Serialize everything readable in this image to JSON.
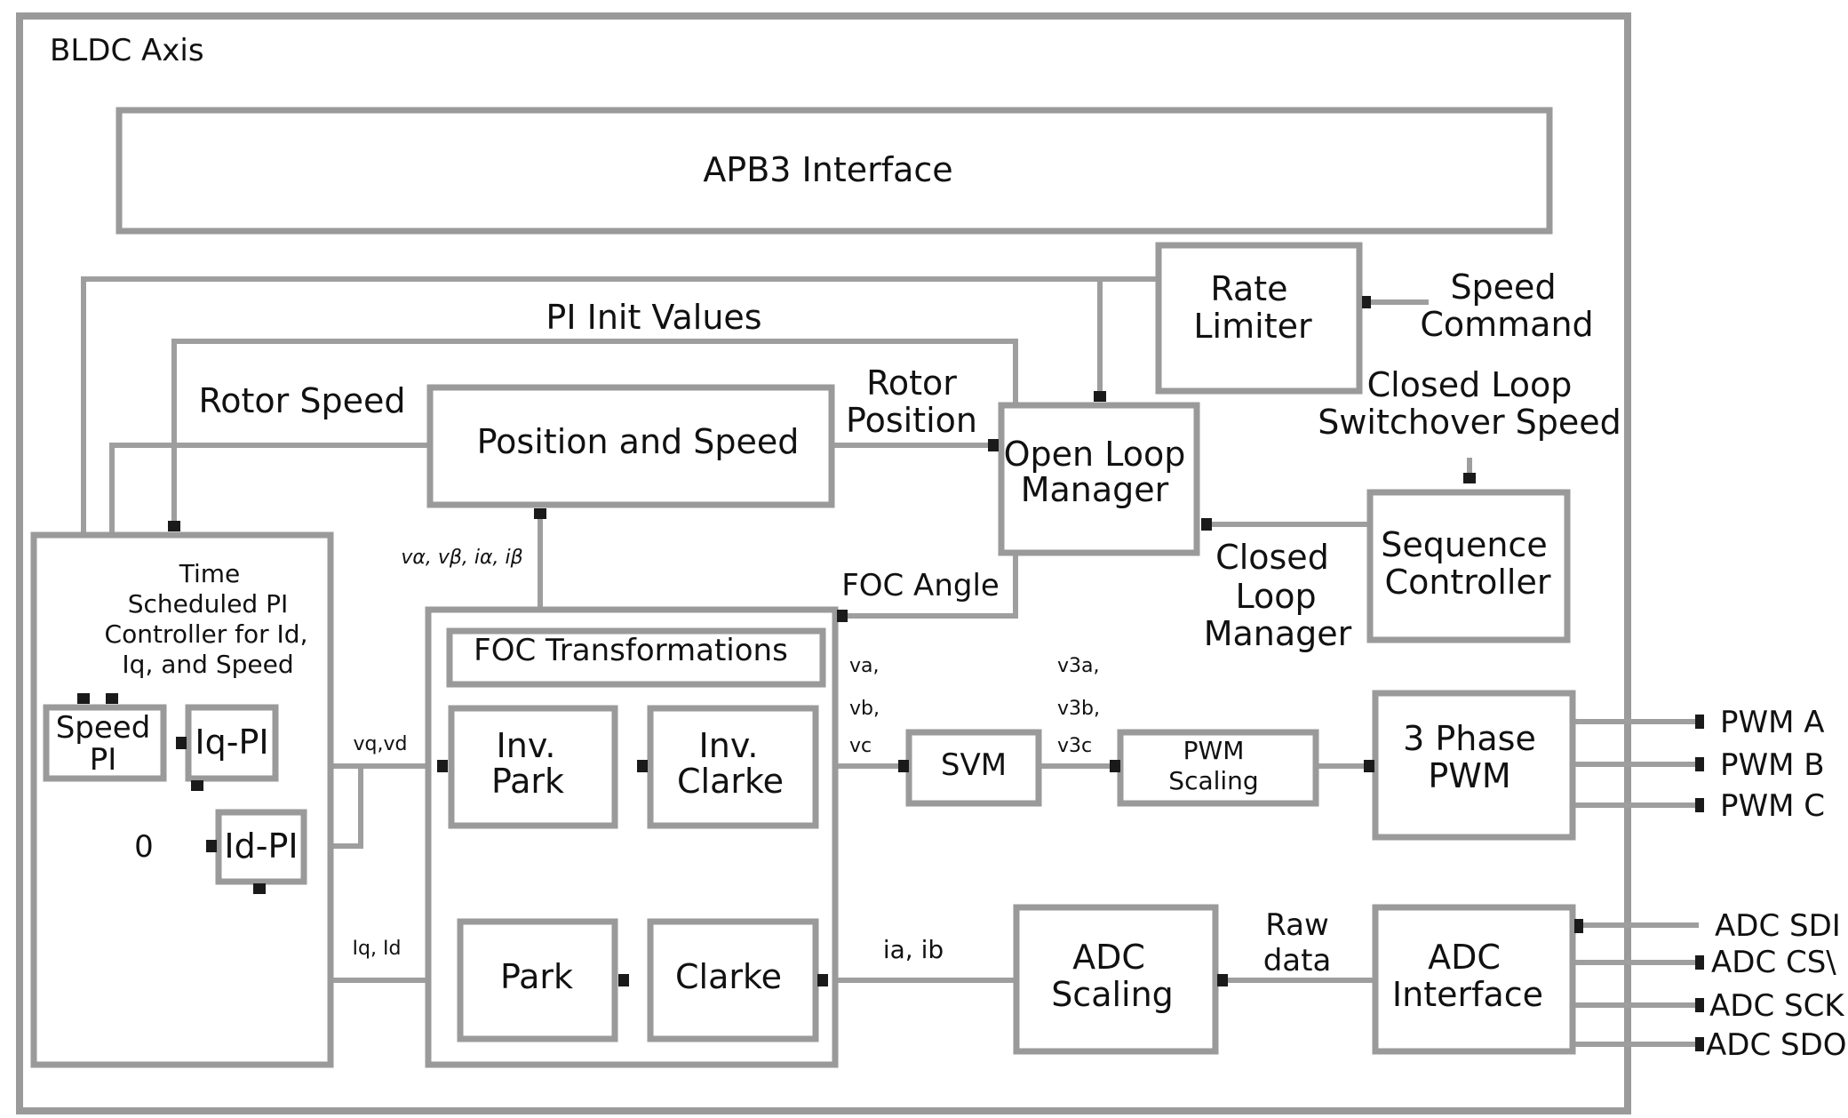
{
  "title": "BLDC Axis",
  "colors": {
    "line": "#9e9e9e",
    "arrow_head": "#1a1a1a",
    "text": "#111111",
    "background": "#ffffff"
  },
  "blocks": {
    "apb3": "APB3 Interface",
    "rate_limiter": [
      "Rate",
      "Limiter"
    ],
    "position_speed": "Position and Speed",
    "open_loop_manager": [
      "Open Loop",
      "Manager"
    ],
    "sequence_controller": [
      "Sequence",
      "Controller"
    ],
    "time_scheduled": [
      "Time",
      "Scheduled PI",
      "Controller for Id,",
      "Iq, and Speed"
    ],
    "speed_pi": [
      "Speed",
      "PI"
    ],
    "iq_pi": "Iq-PI",
    "id_pi": "Id-PI",
    "foc_transformations": "FOC Transformations",
    "inv_park": [
      "Inv.",
      "Park"
    ],
    "inv_clarke": [
      "Inv.",
      "Clarke"
    ],
    "park": "Park",
    "clarke": "Clarke",
    "svm": "SVM",
    "pwm_scaling": [
      "PWM",
      "Scaling"
    ],
    "three_phase_pwm": [
      "3 Phase",
      "PWM"
    ],
    "adc_scaling": [
      "ADC",
      "Scaling"
    ],
    "adc_interface": [
      "ADC",
      "Interface"
    ]
  },
  "signals": {
    "speed_command": [
      "Speed",
      "Command"
    ],
    "pi_init_values": "PI Init Values",
    "rotor_speed": "Rotor Speed",
    "rotor_position": [
      "Rotor",
      "Position"
    ],
    "closed_loop_switchover": [
      "Closed Loop",
      "Switchover Speed"
    ],
    "closed_loop_manager": [
      "Closed",
      "Loop",
      "Manager"
    ],
    "foc_angle": "FOC Angle",
    "alpha_beta": "vα, vβ, iα, iβ",
    "vq_vd": "vq,vd",
    "iq_id": "Iq, Id",
    "zero": "0",
    "v_abc": [
      "va,",
      "vb,",
      "vc"
    ],
    "v3_abc": [
      "v3a,",
      "v3b,",
      "v3c"
    ],
    "ia_ib": "ia, ib",
    "raw_data": [
      "Raw",
      "data"
    ]
  },
  "outputs": {
    "pwm": [
      "PWM A",
      "PWM B",
      "PWM C"
    ],
    "adc": [
      "ADC SDI",
      "ADC CS\\",
      "ADC SCK",
      "ADC SDO"
    ]
  }
}
